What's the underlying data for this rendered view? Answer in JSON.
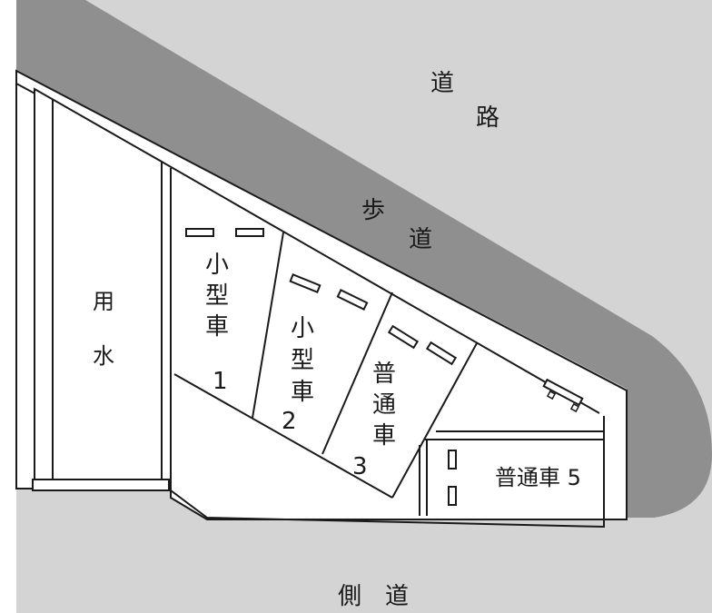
{
  "colors": {
    "road": "#d4d4d4",
    "sidewalk": "#8f8f8f",
    "lot": "#ffffff",
    "outline": "#1a1a1a"
  },
  "labels": {
    "road_char1": "道",
    "road_char2": "路",
    "sidewalk_char1": "歩",
    "sidewalk_char2": "道",
    "waterway_char1": "用",
    "waterway_char2": "水",
    "side_road_char1": "側",
    "side_road_char2": "道"
  },
  "stalls": [
    {
      "chars": [
        "小",
        "型",
        "車"
      ],
      "number": "1"
    },
    {
      "chars": [
        "小",
        "型",
        "車"
      ],
      "number": "2"
    },
    {
      "chars": [
        "普",
        "通",
        "車"
      ],
      "number": "3"
    },
    {
      "text": "普通車 5"
    }
  ]
}
